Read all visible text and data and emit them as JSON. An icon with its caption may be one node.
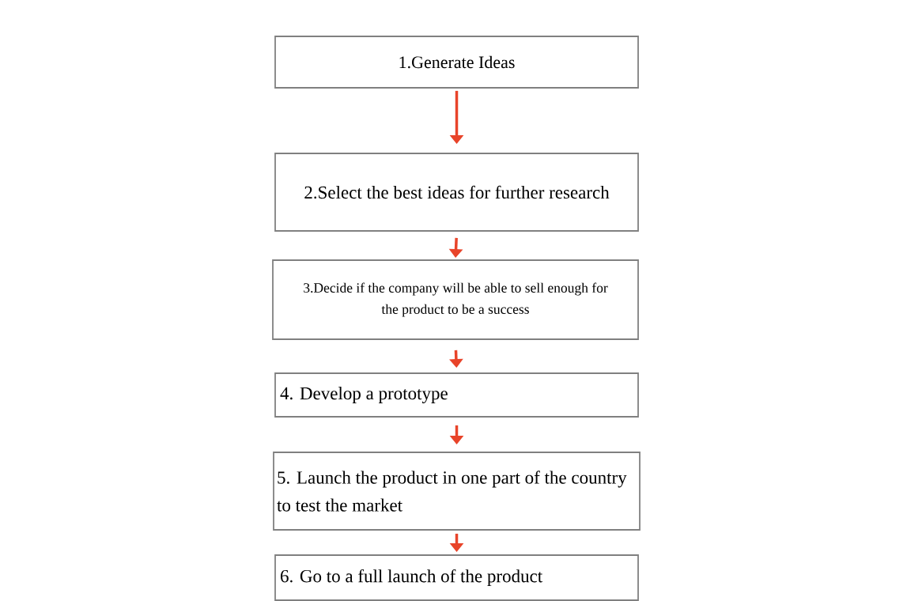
{
  "diagram": {
    "nodes": [
      {
        "text": [
          "1.Generate Ideas"
        ]
      },
      {
        "text": [
          "2.Select the best ideas for further research"
        ]
      },
      {
        "text": [
          "3.Decide if the company will be able to sell enough for the product to be a success"
        ]
      },
      {
        "text": [
          "4. Develop a prototype"
        ]
      },
      {
        "text": [
          "5. Launch the product in one part of the country to test the market"
        ]
      },
      {
        "text": [
          "6. Go to a full launch of the product"
        ]
      }
    ],
    "edges": [
      {
        "from": 0,
        "to": 1,
        "arrow": "to"
      },
      {
        "from": 1,
        "to": 2,
        "arrow": "to"
      },
      {
        "from": 2,
        "to": 3,
        "arrow": "to"
      },
      {
        "from": 3,
        "to": 4,
        "arrow": "to"
      },
      {
        "from": 4,
        "to": 5,
        "arrow": "to"
      }
    ]
  }
}
